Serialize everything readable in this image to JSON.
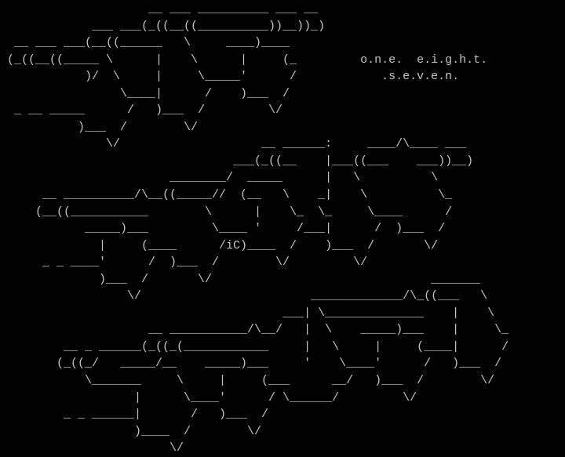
{
  "colors": {
    "background": "#000000",
    "text": "#c4c4c4"
  },
  "lines": [
    "                     __ ___ __________ ___ __",
    "             ___ ___(_((__((__________))__))_)",
    "  __ ___ ___(__((______   \\     ____)____",
    " (_((__((_____ \\      |    \\      |     (_         o.n.e.  e.i.g.h.t.",
    "            )/  \\     |     \\_____'      /            .s.e.v.e.n.",
    "                 \\____|      /    )___  /",
    "  _ __ _____      /   )___  /         \\/",
    "           )___  /        \\/",
    "               \\/                    __ ______:     ____/\\____ ___",
    "                                 ___(_((__    |___((___    ___))__)",
    "                        ________/  _____      |   \\          \\",
    "      __ __________/\\__((_____//  (__   \\    _|    \\          \\_",
    "     (__((___________        \\      |    \\_  \\_     \\____      /",
    "            _____)___         \\____ '     /___|      /  )___  /",
    "              |     (____      /iC)____  /    )___  /       \\/",
    "      _ _ ____'      /  )___  /        \\/         \\/",
    "              )___  /       \\/                               _______",
    "                  \\/                        _____________/\\_((___   \\",
    "                                        ___| \\______________    |    \\",
    "                     __ ___________/\\__/   |  \\    _____)___    |     \\_",
    "         __ _ ______(_((_(____________     |   \\     |     (____|      /",
    "        (_((_/   _____/__    _____)___     '    \\____'      /   )___  /",
    "            \\_______     \\     |     (___      __/   )___  /        \\/",
    "                   |      \\____'      / \\______/         \\/",
    "         _ _ ______|       /   )___  /",
    "                   )____  /        \\/",
    "                        \\/"
  ]
}
